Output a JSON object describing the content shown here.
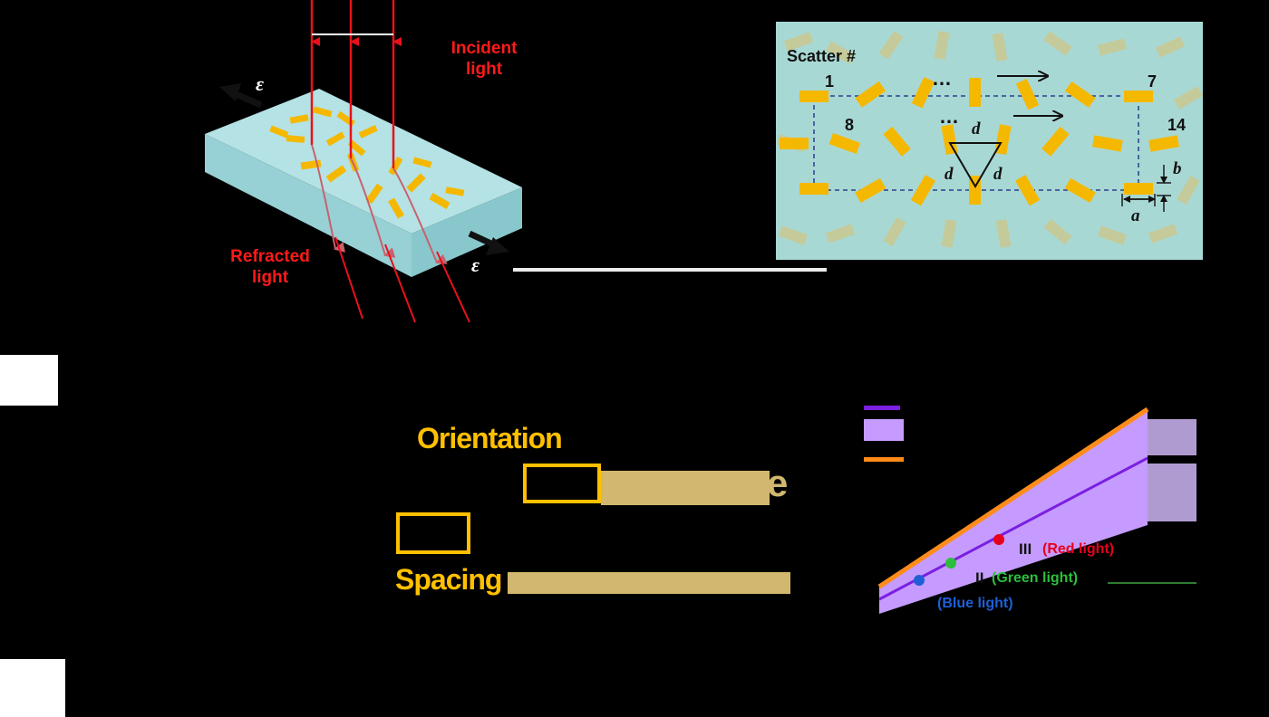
{
  "panel_a": {
    "incident_label_1": "Incident",
    "incident_label_2": "light",
    "refracted_label_1": "Refracted",
    "refracted_label_2": "light",
    "epsilon_top": "ε",
    "epsilon_bottom": "ε"
  },
  "panel_b": {
    "scatter_title": "Scatter #",
    "index_1": "1",
    "index_7": "7",
    "index_8": "8",
    "index_14": "14",
    "ellipsis_top": "…",
    "ellipsis_mid": "…",
    "d_top": "d",
    "d_left": "d",
    "d_right": "d",
    "a_label": "a",
    "b_label": "b"
  },
  "panel_c": {
    "orientation_label": "Orientation",
    "spacing_label": "Spacing",
    "truncated_e": "e"
  },
  "panel_d": {
    "point_III_roman": "III",
    "point_III_light": "(Red light)",
    "point_II_roman": "II",
    "point_II_light": "(Green light)",
    "point_I_light": "(Blue light)",
    "colors": {
      "purple_line": "#7b1fe0",
      "band": "#c59bff",
      "orange_line": "#ff8c1a",
      "red_point": "#e8001c",
      "green_point": "#2bbf3c",
      "blue_point": "#1f5fd6"
    }
  }
}
